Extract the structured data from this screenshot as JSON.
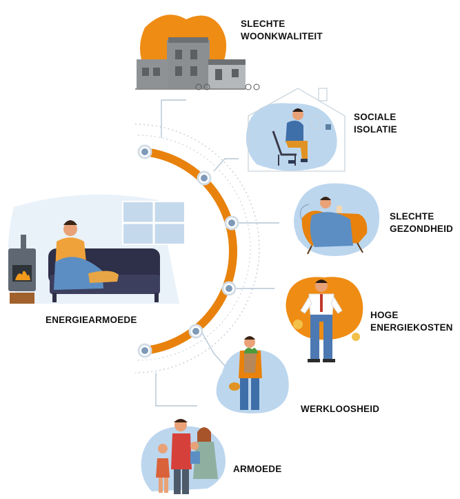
{
  "center": {
    "label": "ENERGIEARMOEDE",
    "icon": "person-on-couch-with-stove-icon"
  },
  "items": [
    {
      "line1": "SLECHTE",
      "line2": "WOONKWALITEIT",
      "icon": "dilapidated-buildings-icon"
    },
    {
      "line1": "SOCIALE",
      "line2": "ISOLATIE",
      "icon": "lonely-person-in-house-icon"
    },
    {
      "line1": "SLECHTE",
      "line2": "GEZONDHEID",
      "icon": "sick-person-in-armchair-icon"
    },
    {
      "line1": "HOGE",
      "line2": "ENERGIEKOSTEN",
      "icon": "man-with-empty-pockets-icon"
    },
    {
      "line1": "WERKLOOSHEID",
      "line2": "",
      "icon": "man-with-shopping-bags-icon"
    },
    {
      "line1": "ARMOEDE",
      "line2": "",
      "icon": "poor-family-icon"
    }
  ],
  "colors": {
    "orange": "#e8820c",
    "blue": "#bcd6ee",
    "line": "#b5c6d4",
    "node": "#7f9ab8",
    "text": "#111111"
  }
}
